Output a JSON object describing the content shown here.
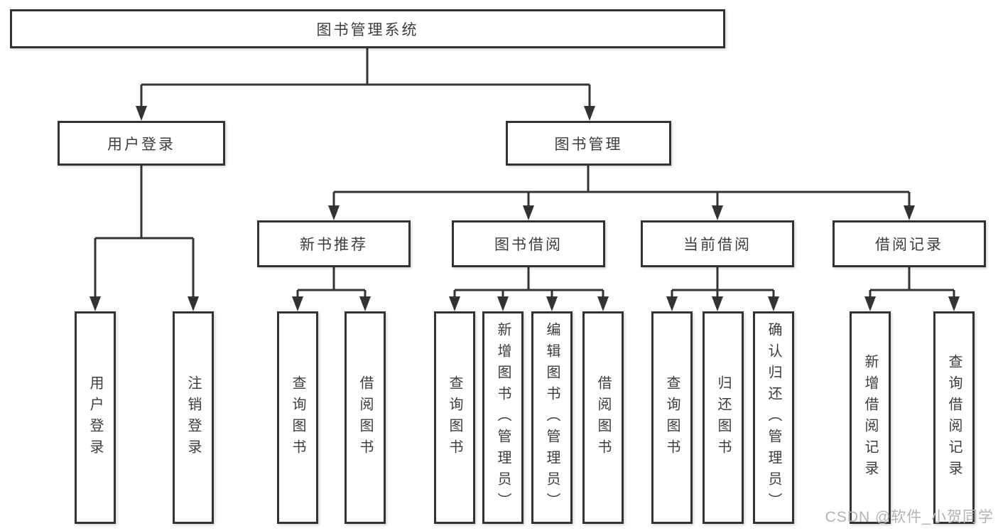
{
  "colors": {
    "line": "#333333",
    "box_border": "#333333",
    "text": "#3d3d3d",
    "watermark": "#b3b3b3",
    "background": "#ffffff"
  },
  "watermark": {
    "text": "CSDN @软件_小贺同学"
  },
  "diagram": {
    "type": "hierarchy-tree",
    "root": {
      "label": "图书管理系统",
      "children": [
        {
          "label": "用户登录",
          "children": [
            {
              "label": "用户登录"
            },
            {
              "label": "注销登录"
            }
          ]
        },
        {
          "label": "图书管理",
          "children": [
            {
              "label": "新书推荐",
              "children": [
                {
                  "label": "查询图书"
                },
                {
                  "label": "借阅图书"
                }
              ]
            },
            {
              "label": "图书借阅",
              "children": [
                {
                  "label": "查询图书"
                },
                {
                  "label": "新增图书（管理员）"
                },
                {
                  "label": "编辑图书（管理员）"
                },
                {
                  "label": "借阅图书"
                }
              ]
            },
            {
              "label": "当前借阅",
              "children": [
                {
                  "label": "查询图书"
                },
                {
                  "label": "归还图书"
                },
                {
                  "label": "确认归还（管理员）"
                }
              ]
            },
            {
              "label": "借阅记录",
              "children": [
                {
                  "label": "新增借阅记录"
                },
                {
                  "label": "查询借阅记录"
                }
              ]
            }
          ]
        }
      ]
    }
  }
}
